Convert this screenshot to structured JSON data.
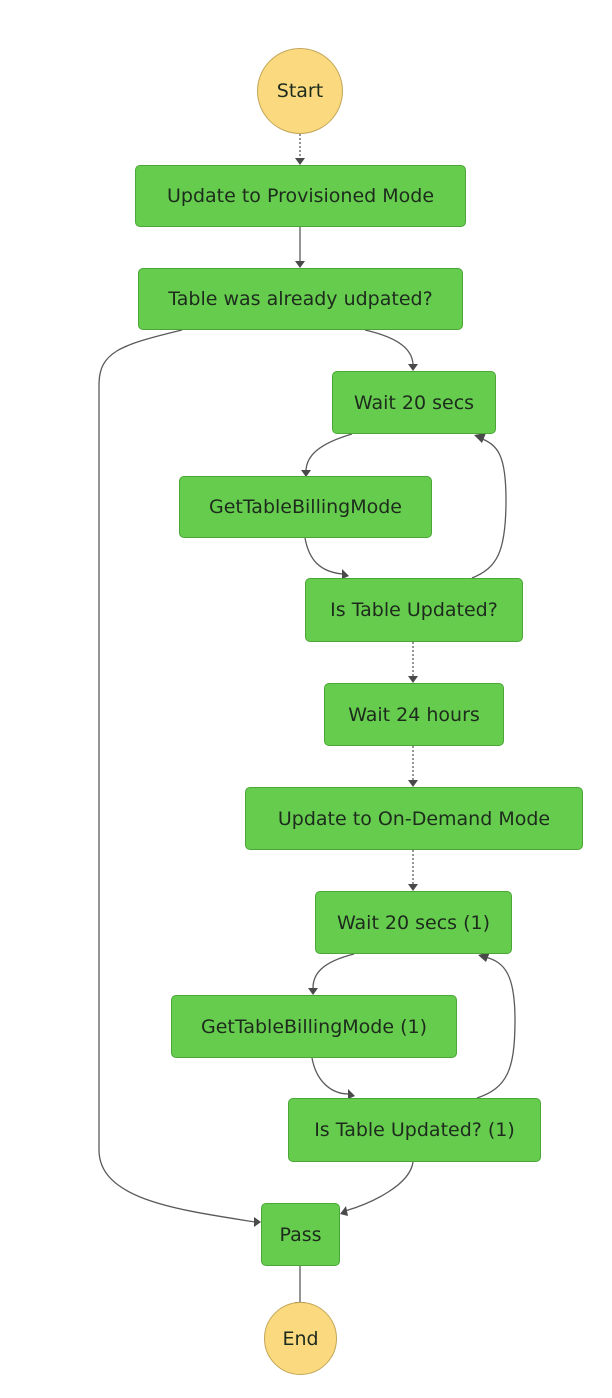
{
  "diagram": {
    "states": {
      "start": "Start",
      "update_provisioned": "Update to Provisioned Mode",
      "already_updated": "Table was already udpated?",
      "wait_20": "Wait 20 secs",
      "get_billing": "GetTableBillingMode",
      "is_updated": "Is Table Updated?",
      "wait_24h": "Wait 24 hours",
      "update_on_demand": "Update to On-Demand Mode",
      "wait_20_1": "Wait 20 secs (1)",
      "get_billing_1": "GetTableBillingMode (1)",
      "is_updated_1": "Is Table Updated? (1)",
      "pass": "Pass",
      "end": "End"
    },
    "edges": [
      {
        "from": "Start",
        "to": "Update to Provisioned Mode"
      },
      {
        "from": "Update to Provisioned Mode",
        "to": "Table was already udpated?"
      },
      {
        "from": "Table was already udpated?",
        "to": "Wait 20 secs"
      },
      {
        "from": "Table was already udpated?",
        "to": "Pass"
      },
      {
        "from": "Wait 20 secs",
        "to": "GetTableBillingMode"
      },
      {
        "from": "GetTableBillingMode",
        "to": "Is Table Updated?"
      },
      {
        "from": "Is Table Updated?",
        "to": "Wait 20 secs"
      },
      {
        "from": "Is Table Updated?",
        "to": "Wait 24 hours"
      },
      {
        "from": "Wait 24 hours",
        "to": "Update to On-Demand Mode"
      },
      {
        "from": "Update to On-Demand Mode",
        "to": "Wait 20 secs (1)"
      },
      {
        "from": "Wait 20 secs (1)",
        "to": "GetTableBillingMode (1)"
      },
      {
        "from": "GetTableBillingMode (1)",
        "to": "Is Table Updated? (1)"
      },
      {
        "from": "Is Table Updated? (1)",
        "to": "Wait 20 secs (1)"
      },
      {
        "from": "Is Table Updated? (1)",
        "to": "Pass"
      },
      {
        "from": "Pass",
        "to": "End"
      }
    ],
    "colors": {
      "state_fill": "#66cc4e",
      "state_border": "#4aa636",
      "terminal_fill": "#fad97f",
      "terminal_border": "#c2a658",
      "edge": "#5a5a5a"
    }
  }
}
